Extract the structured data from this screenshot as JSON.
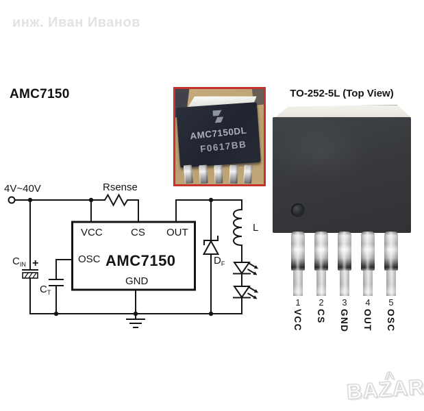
{
  "watermarks": {
    "author": "инж. Иван Иванов",
    "logo_text": "BAZAR",
    "logo_accent": "^"
  },
  "page": {
    "heading": "AMC7150"
  },
  "schematic": {
    "input_voltage": "4V~40V",
    "rsense": "Rsense",
    "cin": {
      "base": "C",
      "sub": "IN",
      "plus": "+"
    },
    "ct": {
      "base": "C",
      "sub": "T"
    },
    "df": {
      "base": "D",
      "sub": "F"
    },
    "inductor": "L",
    "ic": {
      "name": "AMC7150",
      "pin_vcc": "VCC",
      "pin_cs": "CS",
      "pin_out": "OUT",
      "pin_osc": "OSC",
      "pin_gnd": "GND"
    }
  },
  "chip_photo": {
    "marking_line1": "AMC7150DL",
    "marking_line2": "F0617BB"
  },
  "package": {
    "title": "TO-252-5L (Top View)",
    "pins": [
      {
        "number": "1",
        "name": "VCC"
      },
      {
        "number": "2",
        "name": "CS"
      },
      {
        "number": "3",
        "name": "GND"
      },
      {
        "number": "4",
        "name": "OUT"
      },
      {
        "number": "5",
        "name": "OSC"
      }
    ]
  },
  "colors": {
    "photo_frame_red": "#c5322a",
    "photo_background_tan": "#bfa478",
    "chip_body_dark": "#272b35",
    "package_body_gray": "#3a3d40",
    "schematic_ink": "#141414",
    "watermark_gray": "#e3e3e3"
  }
}
